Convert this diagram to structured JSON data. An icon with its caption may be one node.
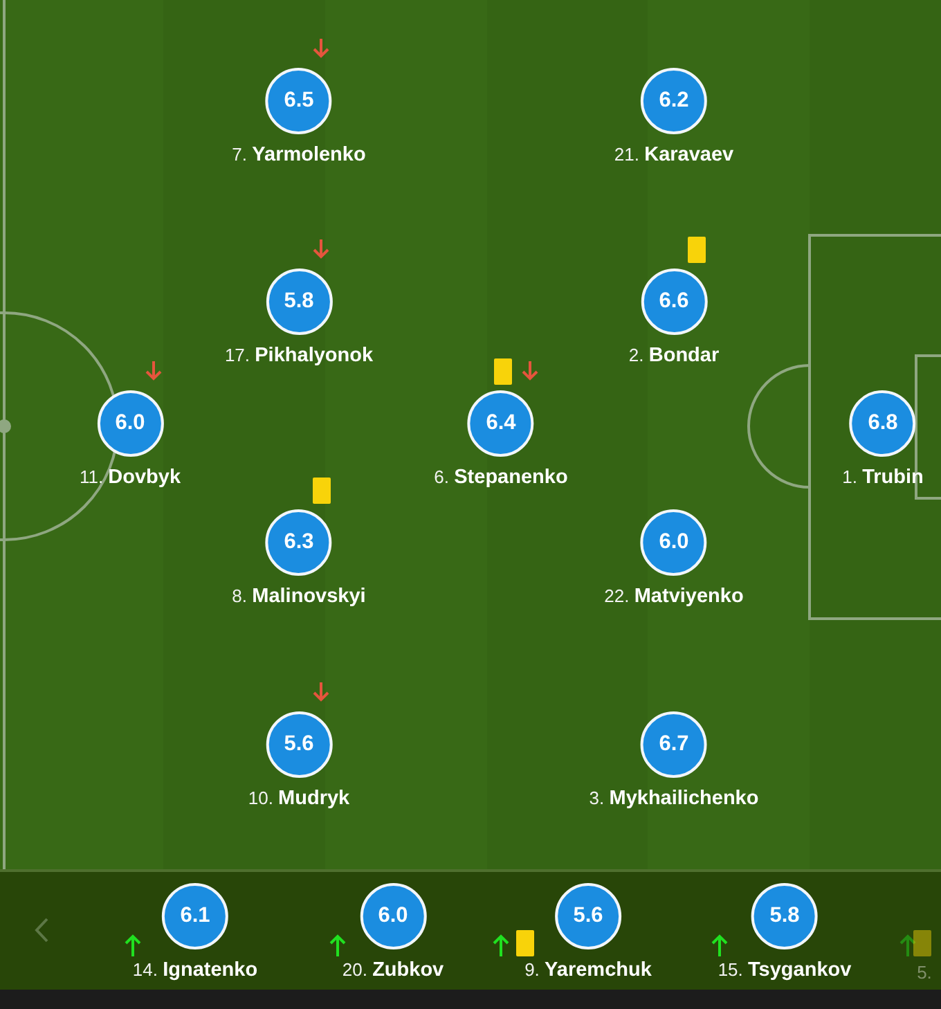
{
  "diagram": {
    "nodes": [
      {
        "text": [
          "6.5"
        ],
        "beside": [
          "7. **Yarmolenko**"
        ]
      },
      {
        "text": [
          "6.2"
        ],
        "beside": [
          "21. **Karavaev**"
        ]
      },
      {
        "text": [
          "5.8"
        ],
        "beside": [
          "17. **Pikhalyonok**"
        ]
      },
      {
        "text": [
          "6.6"
        ],
        "beside": [
          "2. **Bondar**"
        ]
      },
      {
        "text": [
          "6.0"
        ],
        "beside": [
          "11. **Dovbyk**"
        ]
      },
      {
        "text": [
          "6.4"
        ],
        "beside": [
          "6. **Stepanenko**"
        ]
      },
      {
        "text": [
          "6.8"
        ],
        "beside": [
          "1. **Trubin**"
        ]
      },
      {
        "text": [
          "6.3"
        ],
        "beside": [
          "8. **Malinovskyi**"
        ]
      },
      {
        "text": [
          "6.0"
        ],
        "beside": [
          "22. **Matviyenko**"
        ]
      },
      {
        "text": [
          "5.6"
        ],
        "beside": [
          "10. **Mudryk**"
        ]
      },
      {
        "text": [
          "6.7"
        ],
        "beside": [
          "3. **Mykhailichenko**"
        ]
      },
      {
        "text": [
          "6.1"
        ],
        "beside": [
          "14. **Ignatenko**"
        ]
      },
      {
        "text": [
          "6.0"
        ],
        "beside": [
          "20. **Zubkov**"
        ]
      },
      {
        "text": [
          "5.6"
        ],
        "beside": [
          "9. **Yaremchuk**"
        ]
      },
      {
        "text": [
          "5.8"
        ],
        "beside": [
          "15. **Tsygankov**"
        ]
      }
    ],
    "labels": [
      "5."
    ]
  }
}
